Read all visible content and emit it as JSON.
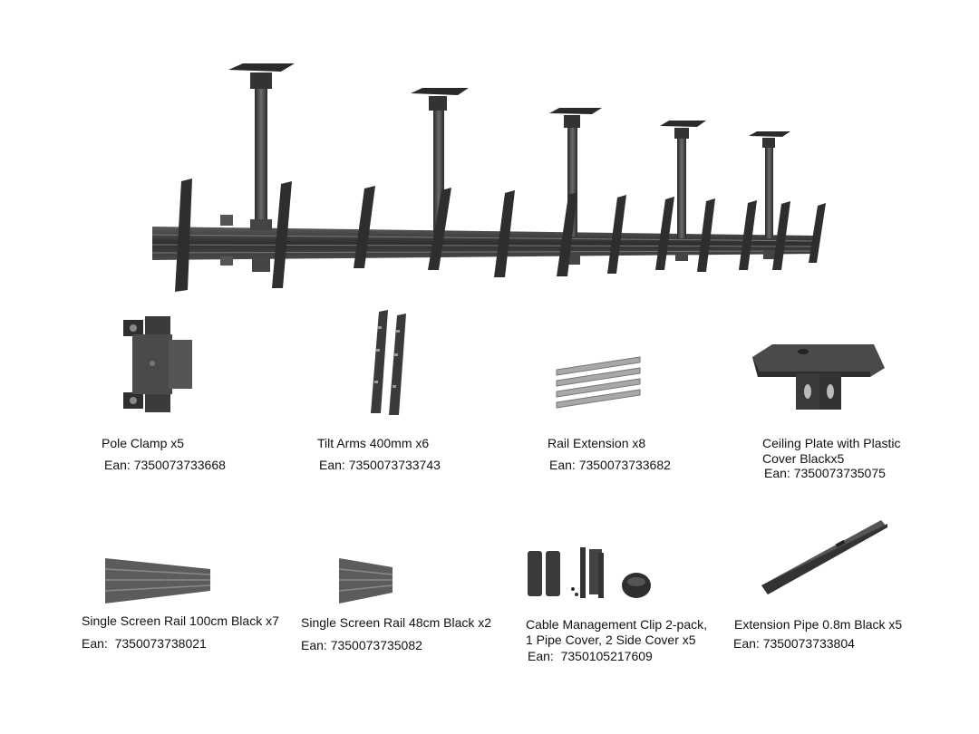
{
  "products": [
    {
      "title": "Pole Clamp x5",
      "ean": "Ean: 7350073733668"
    },
    {
      "title": "Tilt Arms 400mm x6",
      "ean": "Ean: 7350073733743"
    },
    {
      "title": "Rail Extension x8",
      "ean": "Ean: 7350073733682"
    },
    {
      "title_line1": "Ceiling Plate with Plastic",
      "title_line2": "Cover Blackx5",
      "ean": "Ean: 7350073735075"
    },
    {
      "title": "Single Screen Rail 100cm Black x7",
      "ean": "Ean:  7350073738021"
    },
    {
      "title": "Single Screen Rail 48cm Black x2",
      "ean": "Ean: 7350073735082"
    },
    {
      "title_line1": "Cable Management Clip 2-pack,",
      "title_line2": "1 Pipe Cover, 2 Side Cover x5",
      "ean": "Ean:  7350105217609"
    },
    {
      "title": "Extension Pipe 0.8m Black x5",
      "ean": "Ean: 7350073733804"
    }
  ],
  "colors": {
    "metal_dark": "#3a3a3a",
    "metal_mid": "#555555",
    "metal_light": "#8a8a8a",
    "rail_grey": "#6b6b6b"
  }
}
